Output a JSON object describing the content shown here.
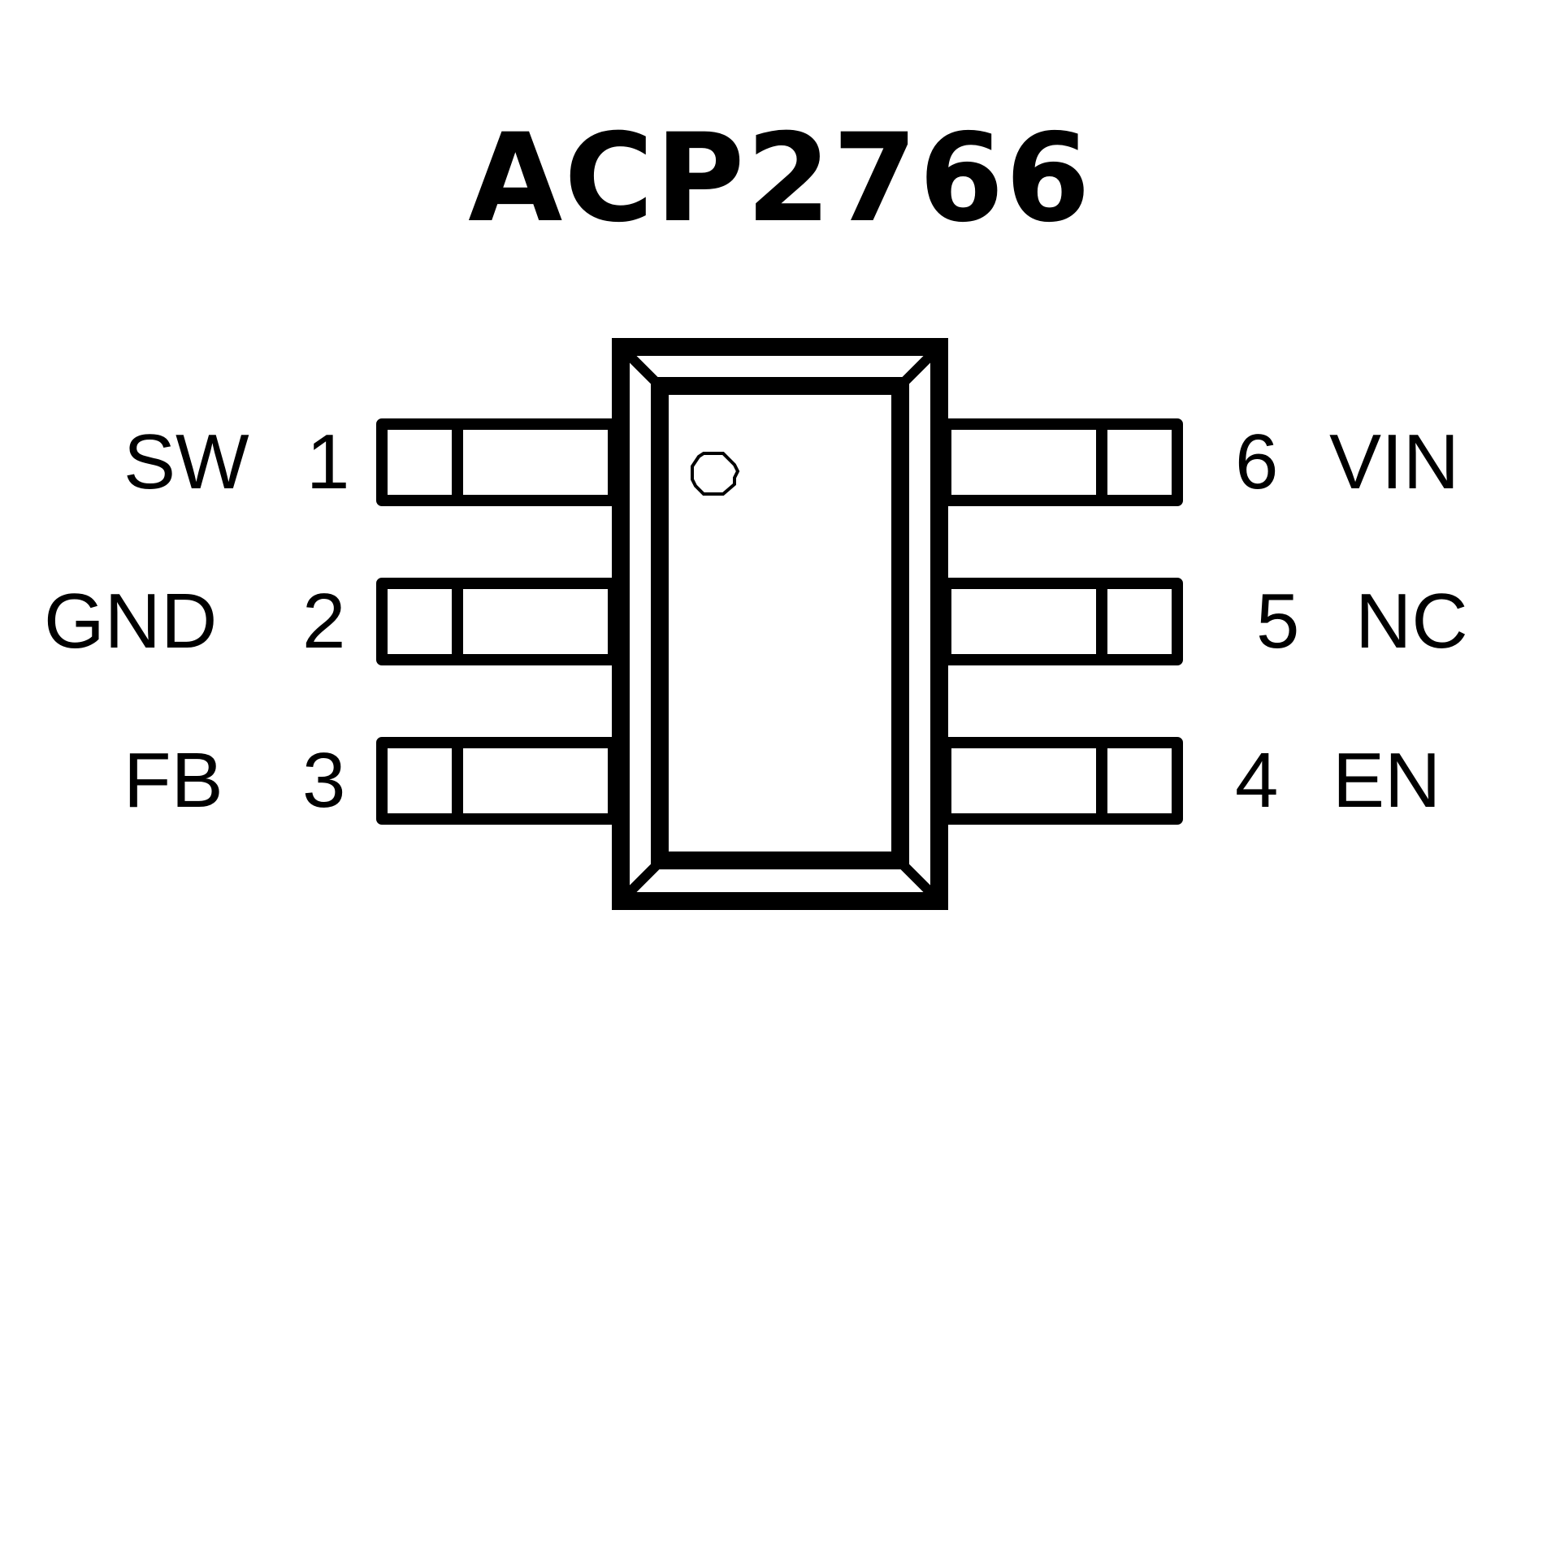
{
  "title": "ACP2766",
  "colors": {
    "ink": "#000000",
    "background": "#ffffff"
  },
  "pins": [
    {
      "number": "1",
      "name": "SW",
      "side": "left"
    },
    {
      "number": "2",
      "name": "GND",
      "side": "left"
    },
    {
      "number": "3",
      "name": "FB",
      "side": "left"
    },
    {
      "number": "4",
      "name": "EN",
      "side": "right"
    },
    {
      "number": "5",
      "name": "NC",
      "side": "right"
    },
    {
      "number": "6",
      "name": "VIN",
      "side": "right"
    }
  ],
  "pin1_marker": "circle-icon"
}
